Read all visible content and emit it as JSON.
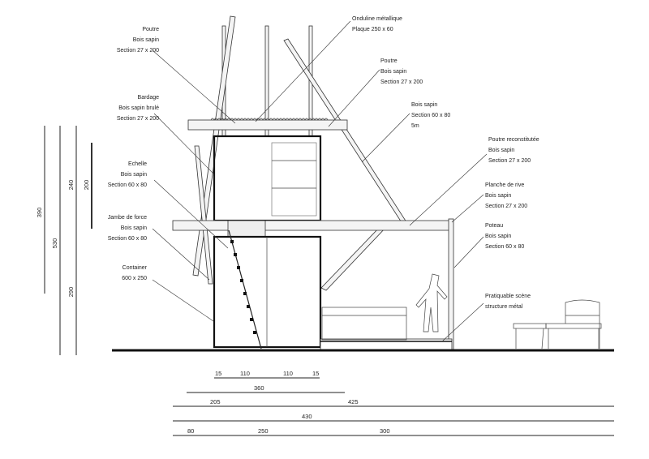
{
  "labels": {
    "poutre_top": [
      "Poutre",
      "Bois sapin",
      "Section 27 x 200"
    ],
    "onduline": [
      "Onduline métallique",
      "Plaque 250 x 60"
    ],
    "poutre_right": [
      "Poutre",
      "Bois sapin",
      "Section 27 x 200"
    ],
    "bardage": [
      "Bardage",
      "Bois sapin brulé",
      "Section 27 x 200"
    ],
    "bois_sapin": [
      "Bois sapin",
      "Section 60 x 80",
      "5m"
    ],
    "poutre_reconstituee": [
      "Poutre reconstitutée",
      "Bois sapin",
      "Section 27 x 200"
    ],
    "echelle": [
      "Echelle",
      "Bois sapin",
      "Section 60 x 80"
    ],
    "planche_rive": [
      "Planche de rive",
      "Bois sapin",
      "Section 27 x 200"
    ],
    "jambe_force": [
      "Jambe de force",
      "Bois sapin",
      "Section 60 x 80"
    ],
    "poteau": [
      "Poteau",
      "Bois sapin",
      "Section 60 x 80"
    ],
    "container": [
      "Container",
      "600 x 250"
    ],
    "praticable": [
      "Pratiquable scène",
      "structure métal"
    ]
  },
  "dimensions": {
    "vertical": {
      "d390": "390",
      "d530": "530",
      "d240": "240",
      "d290": "290",
      "d200": "200"
    },
    "row1": [
      "15",
      "110",
      "110",
      "15"
    ],
    "row2": [
      "360"
    ],
    "row3": [
      "205",
      "425"
    ],
    "row4": [
      "430"
    ],
    "row5": [
      "80",
      "250",
      "300"
    ]
  }
}
